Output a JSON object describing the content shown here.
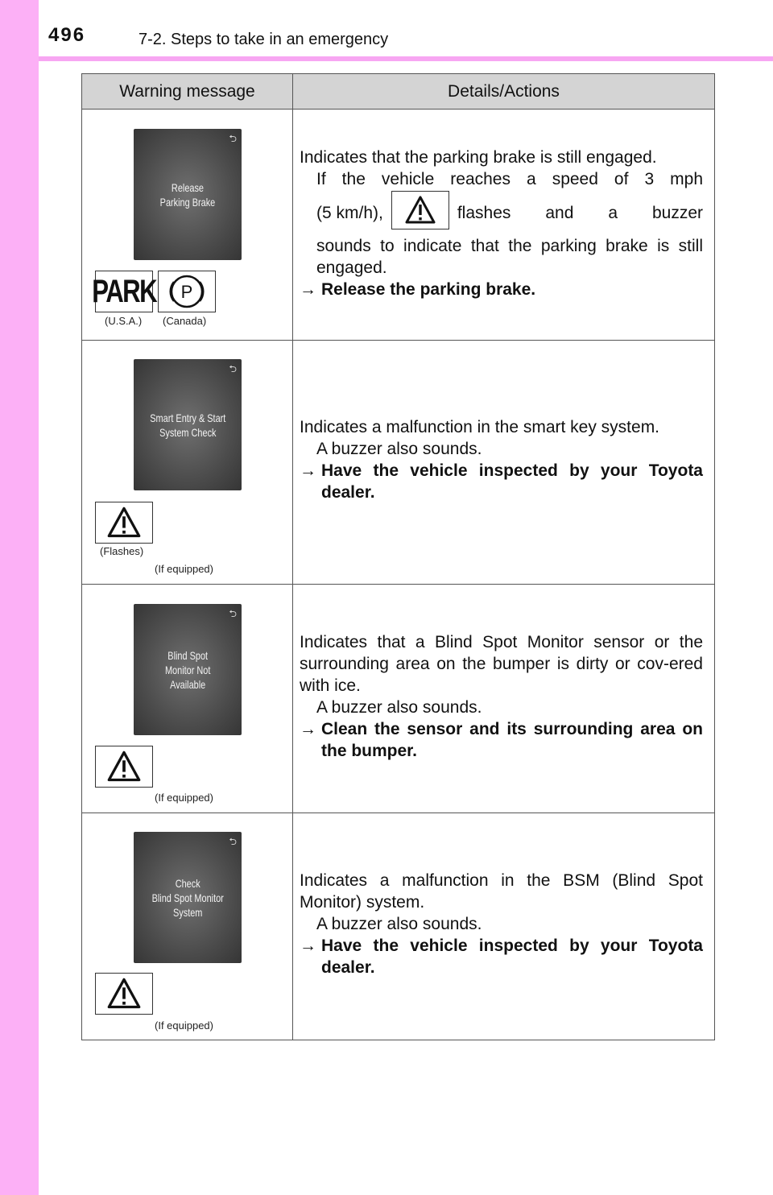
{
  "header": {
    "page_number": "496",
    "section": "7-2. Steps to take in an emergency"
  },
  "table": {
    "col_warning": "Warning message",
    "col_details": "Details/Actions",
    "rows": [
      {
        "screen_text": "Release\nParking Brake",
        "caption_usa": "(U.S.A.)",
        "caption_canada": "(Canada)",
        "park_label": "PARK",
        "p1": "Indicates that the parking brake is still engaged.",
        "p2a": "If the vehicle reaches a speed of 3 mph",
        "p2b": "(5 km/h),",
        "p2c": "flashes and a buzzer",
        "p2d": "sounds to indicate that the parking brake is still engaged.",
        "action": "Release the parking brake."
      },
      {
        "screen_text": "Smart Entry & Start\nSystem Check",
        "caption_flashes": "(Flashes)",
        "caption_equipped": "(If equipped)",
        "p1": "Indicates a malfunction in the smart key system.",
        "p2": "A buzzer also sounds.",
        "action": "Have the vehicle inspected by your Toyota dealer."
      },
      {
        "screen_text": "Blind Spot\nMonitor Not\nAvailable",
        "caption_equipped": "(If equipped)",
        "p1": "Indicates that a Blind Spot Monitor sensor or the surrounding area on the bumper is dirty or cov-ered with ice.",
        "p2": "A buzzer also sounds.",
        "action": "Clean the sensor and its surrounding area on the bumper."
      },
      {
        "screen_text": "Check\nBlind Spot Monitor\nSystem",
        "caption_equipped": "(If equipped)",
        "p1": "Indicates a malfunction in the BSM (Blind Spot Monitor) system.",
        "p2": "A buzzer also sounds.",
        "action": "Have the vehicle inspected by your Toyota dealer."
      }
    ]
  },
  "arrow_glyph": "→"
}
